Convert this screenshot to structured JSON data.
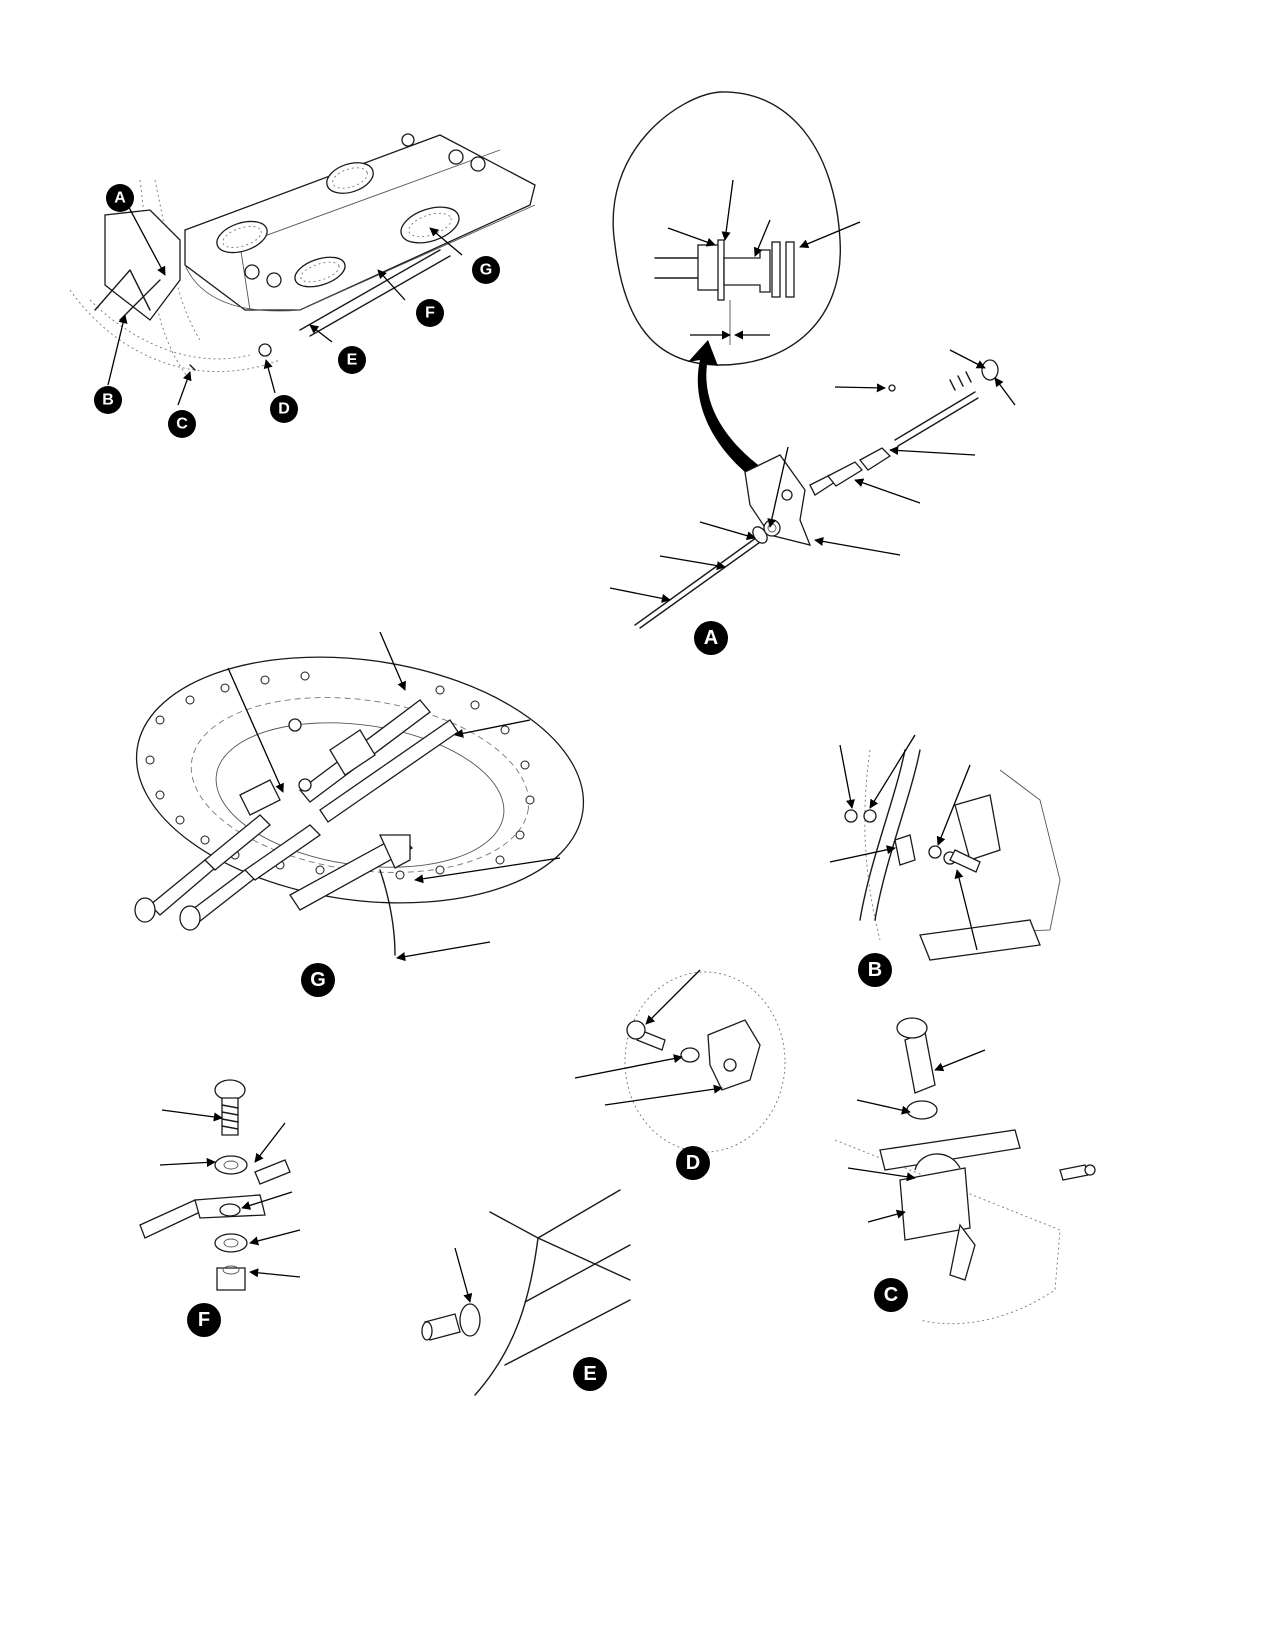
{
  "callouts": {
    "A": "A",
    "B": "B",
    "C": "C",
    "D": "D",
    "E": "E",
    "F": "F",
    "G": "G"
  },
  "colors": {
    "line": "#1a1a1a",
    "tag_fill": "#000000",
    "tag_text": "#ffffff",
    "background": "#ffffff"
  }
}
